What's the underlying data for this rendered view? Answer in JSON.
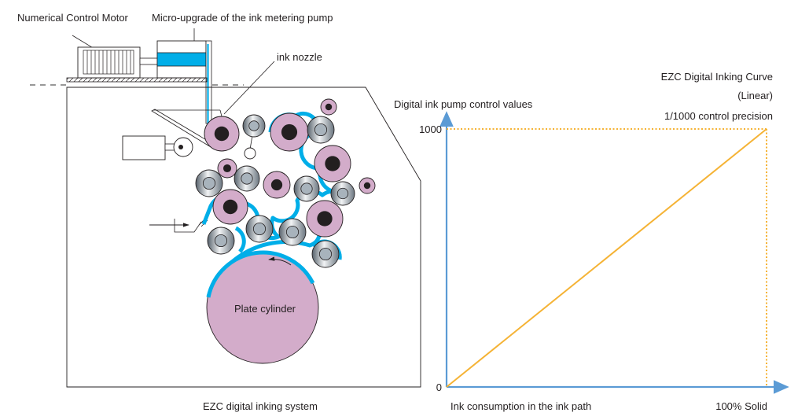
{
  "left_diagram": {
    "labels": {
      "motor": "Numerical Control Motor",
      "pump": "Micro-upgrade of the ink metering pump",
      "nozzle": "ink nozzle",
      "plate": "Plate cylinder",
      "caption": "EZC digital inking system"
    },
    "colors": {
      "ink": "#00aee8",
      "roller_pink": "#d3acca",
      "roller_core": "#231f20",
      "outline": "#231f20"
    }
  },
  "chart_data": {
    "type": "line",
    "title": "EZC Digital Inking Curve",
    "subtitle": "(Linear)",
    "annotation": "1/1000 control precision",
    "ylabel": "Digital ink pump control values",
    "xlabel": "Ink consumption in the ink path",
    "x_end_label": "100% Solid",
    "y_ticks": [
      "0",
      "1000"
    ],
    "xlim": [
      0,
      100
    ],
    "ylim": [
      0,
      1000
    ],
    "series": [
      {
        "name": "EZC Digital Inking Curve",
        "x": [
          0,
          100
        ],
        "y": [
          0,
          1000
        ]
      }
    ],
    "guides": [
      {
        "from": [
          0,
          1000
        ],
        "to": [
          100,
          1000
        ],
        "style": "dotted"
      },
      {
        "from": [
          100,
          1000
        ],
        "to": [
          100,
          0
        ],
        "style": "dotted"
      }
    ],
    "colors": {
      "axis": "#5b9bd5",
      "line": "#f5b335"
    }
  }
}
